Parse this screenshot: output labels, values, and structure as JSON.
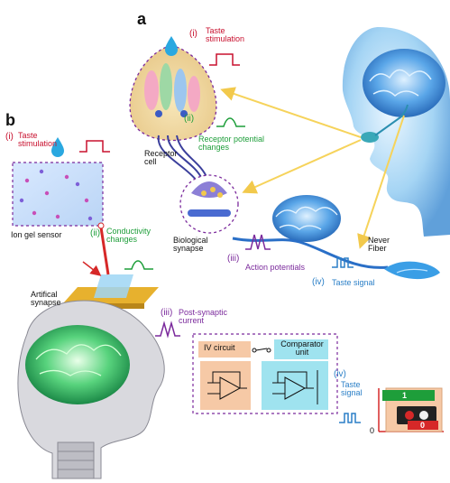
{
  "colors": {
    "taste": "#c8102e",
    "receptor": "#1e9e3a",
    "action": "#7b2a9c",
    "signal": "#2a7fc7",
    "arrow": "#f6d35b",
    "iv_box": "#f6c9a6",
    "comp_box": "#9fe3ef",
    "out_green": "#1e9e3a",
    "out_red": "#d62828"
  },
  "panel_a": {
    "letter": "a",
    "taste_stimulation": {
      "num": "(i)",
      "text": "Taste stimulation"
    },
    "receptor_potential": {
      "num": "(ii)",
      "text": "Receptor potential changes"
    },
    "receptor_cell": "Receptor cell",
    "biological_synapse": "Biological synapse",
    "action_potentials": {
      "num": "(iii)",
      "text": "Action potentials"
    },
    "never_fiber": "Never Fiber",
    "taste_signal": {
      "num": "(iv)",
      "text": "Taste signal"
    }
  },
  "panel_b": {
    "letter": "b",
    "taste_stimulation": {
      "num": "(i)",
      "text": "Taste stimulation"
    },
    "ion_gel_sensor": "Ion gel sensor",
    "conductivity": {
      "num": "(ii)",
      "text": "Conductivity changes"
    },
    "artificial_synapse": "Artifical synapse",
    "post_synaptic": {
      "num": "(iii)",
      "text": "Post-synaptic current"
    },
    "iv_circuit": "IV circuit",
    "comparator_unit": "Comparator unit",
    "taste_signal": {
      "num": "(iv)",
      "text": "Taste signal"
    },
    "output_high": "1",
    "output_low": "0",
    "axis_zero": "0"
  }
}
